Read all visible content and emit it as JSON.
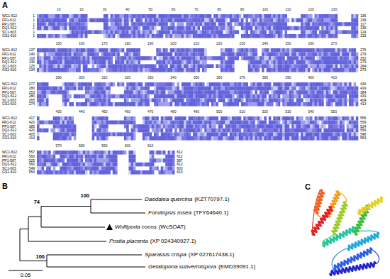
{
  "diagram": {
    "labels": [
      "A",
      "10",
      "20",
      "30",
      "40",
      "50",
      "60",
      "70",
      "80",
      "90",
      "100",
      "110",
      "120",
      "130",
      "WC1-612",
      "1",
      "136",
      "FR1-612",
      "1",
      "139",
      "PP1-587",
      "1",
      "117",
      "DQ1-612",
      "1",
      "139",
      "SC1-603",
      "1",
      "124",
      "GS1-610",
      "1",
      "133",
      "150",
      "160",
      "170",
      "180",
      "190",
      "200",
      "210",
      "220",
      "230",
      "240",
      "250",
      "260",
      "270",
      "WC1-612",
      "137",
      "276",
      "FR1-612",
      "140",
      "279",
      "PP1-587",
      "118",
      "252",
      "DQ1-612",
      "140",
      "279",
      "SC1-603",
      "125",
      "264",
      "GS1-610",
      "134",
      "273",
      "290",
      "300",
      "310",
      "320",
      "330",
      "340",
      "350",
      "360",
      "370",
      "380",
      "390",
      "400",
      "410",
      "WC1-612",
      "277",
      "416",
      "FR1-612",
      "280",
      "419",
      "PP1-587",
      "253",
      "384",
      "DQ1-612",
      "280",
      "419",
      "SC1-603",
      "265",
      "404",
      "GS1-610",
      "274",
      "413",
      "430",
      "440",
      "450",
      "460",
      "470",
      "480",
      "490",
      "500",
      "510",
      "520",
      "530",
      "540",
      "550",
      "WC1-612",
      "417",
      "556",
      "FR1-612",
      "420",
      "559",
      "PP1-587",
      "385",
      "524",
      "DQ1-612",
      "420",
      "559",
      "SC1-603",
      "405",
      "548",
      "GS1-610",
      "414",
      "553",
      "570",
      "580",
      "590",
      "600",
      "610",
      "WC1-612",
      "557",
      "612",
      "FR1-612",
      "560",
      "612",
      "PP1-587",
      "525",
      "587",
      "DQ1-612",
      "560",
      "612",
      "SC1-603",
      "549",
      "603",
      "GS1-610",
      "554",
      "610",
      "B",
      "Daedalea quercina",
      "(KZT70797.1)",
      "Fomitopsis rosea",
      "(TFY64640.1)",
      "Wolfiporia cocos",
      "(WcSOAT)",
      "Postia placenta",
      "(XP 024340927.1)",
      "Sparassis crispa",
      "(XP 027617438.1)",
      "Gelatoporia subvermispora",
      "(EMD39091.1)",
      "100",
      "74",
      "100",
      "0.05",
      "C"
    ]
  }
}
